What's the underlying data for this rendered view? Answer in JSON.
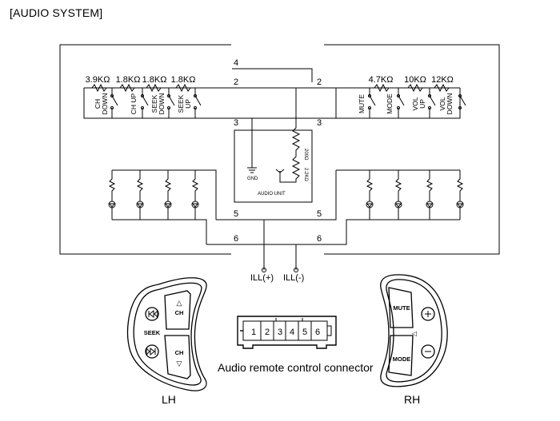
{
  "title": "[AUDIO SYSTEM]",
  "pins": {
    "p4": "4",
    "p2L": "2",
    "p3L": "3",
    "p5L": "5",
    "p6L": "6",
    "p2R": "2",
    "p3R": "3",
    "p5R": "5",
    "p6R": "6"
  },
  "left_resistors": [
    "3.9KΩ",
    "1.8KΩ",
    "1.8KΩ",
    "1.8KΩ"
  ],
  "left_switches": [
    [
      "CH",
      "DOWN"
    ],
    [
      "CH UP"
    ],
    [
      "SEEK",
      "DOWN"
    ],
    [
      "SEEK",
      "UP"
    ]
  ],
  "right_resistors": [
    "4.7KΩ",
    "10KΩ",
    "12KΩ"
  ],
  "right_switches": [
    [
      "MUTE"
    ],
    [
      "MODE"
    ],
    [
      "VOL",
      "UP"
    ],
    [
      "VOL",
      "DOWN"
    ]
  ],
  "audio_unit": {
    "gnd": "GND",
    "r1": "200Ω",
    "r2": "2.2KΩ",
    "label": "AUDIO UNIT"
  },
  "ill_plus": "ILL(+)",
  "ill_minus": "ILL(-)",
  "connector": {
    "pins": [
      "1",
      "2",
      "3",
      "4",
      "5",
      "6"
    ],
    "caption": "Audio remote control connector"
  },
  "lh": {
    "label": "LH",
    "seek": "SEEK",
    "ch_up": "CH",
    "ch_down": "CH",
    "arrow_up": "△",
    "arrow_down": "▽"
  },
  "rh": {
    "label": "RH",
    "mute": "MUTE",
    "mode": "MODE",
    "plus": "+",
    "minus": "−"
  }
}
